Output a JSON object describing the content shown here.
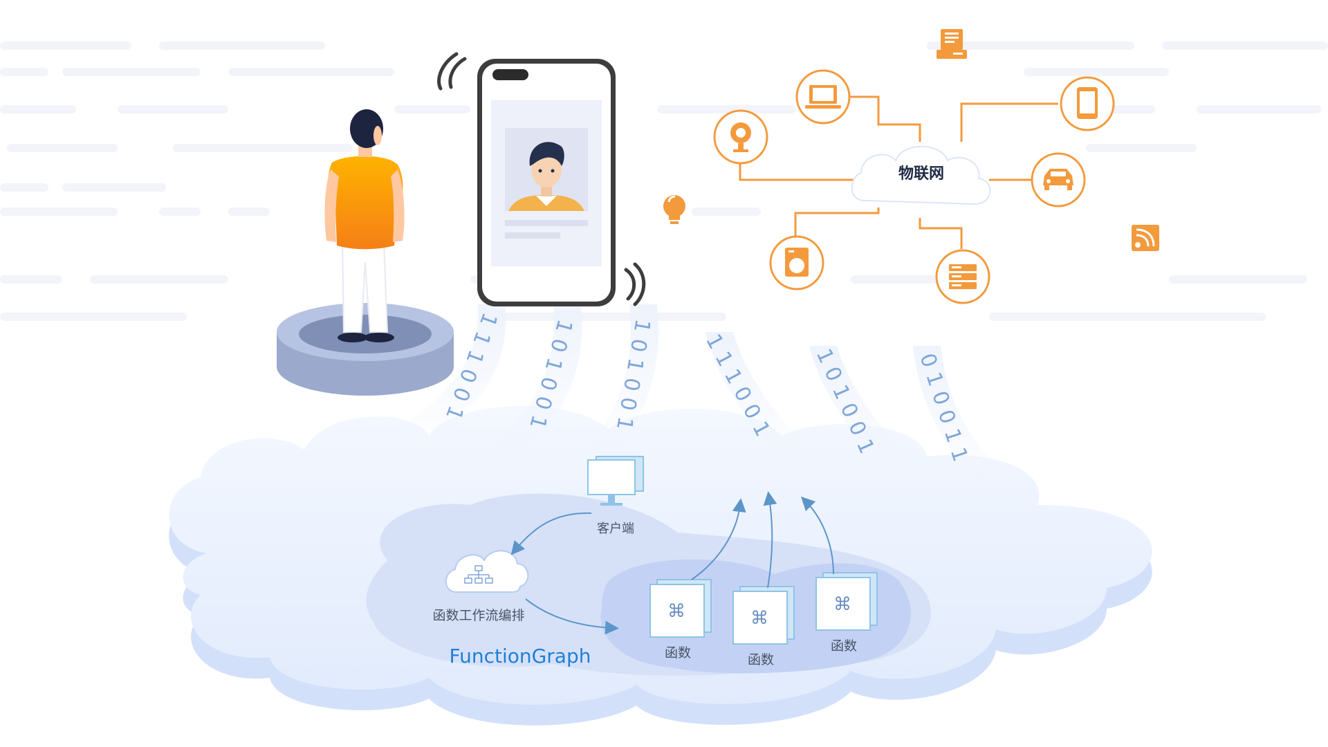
{
  "iot": {
    "title": "物联网",
    "devices": [
      {
        "name": "laptop-icon"
      },
      {
        "name": "webcam-icon"
      },
      {
        "name": "washing-machine-icon"
      },
      {
        "name": "server-rack-icon"
      },
      {
        "name": "car-icon"
      },
      {
        "name": "tablet-icon"
      }
    ],
    "floating_icons": [
      "printer-icon",
      "lightbulb-icon",
      "rss-feed-icon"
    ]
  },
  "cloud": {
    "product_name": "FunctionGraph",
    "client_label": "客户端",
    "workflow_label": "函数工作流编排",
    "functions": [
      {
        "label": "函数"
      },
      {
        "label": "函数"
      },
      {
        "label": "函数"
      }
    ]
  },
  "binary_streams": [
    {
      "text": "1 1 1 0 0 1"
    },
    {
      "text": "1 0 1 0 0 1"
    },
    {
      "text": "1 0 1 0 0 1"
    },
    {
      "text": "1 1 1 0 0 1"
    },
    {
      "text": "1 0 1 0 0 1"
    },
    {
      "text": "0 1 0 0 1 1"
    }
  ],
  "colors": {
    "accent_orange": "#F39A3C",
    "brand_blue": "#1E7FD8",
    "cloud_blue": "#DCE8FC",
    "platform_blue": "#A9B8DC"
  }
}
